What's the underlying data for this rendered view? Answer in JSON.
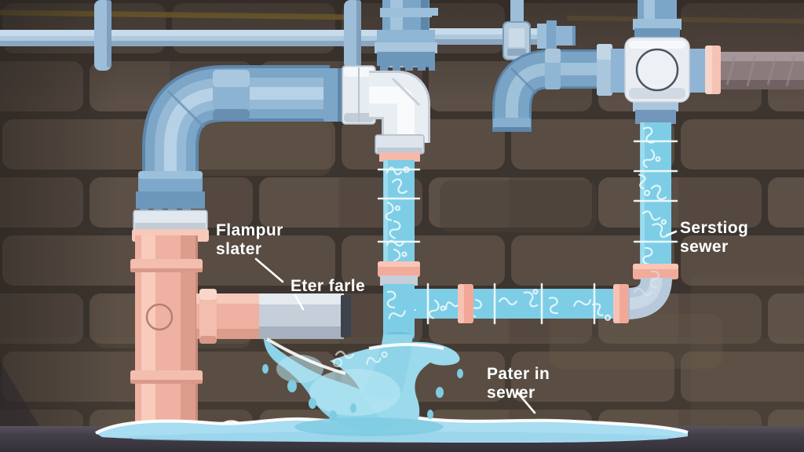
{
  "labels": {
    "flampur": {
      "line1": "Flampur",
      "line2": "slater"
    },
    "eter": {
      "line1": "Eter farle"
    },
    "serstiog": {
      "line1": "Serstiog",
      "line2": "sewer"
    },
    "pater": {
      "line1": "Pater in",
      "line2": "sewer"
    }
  },
  "palette": {
    "brick": "#584c43",
    "mortar": "#3c342e",
    "mustard_line": "#9a7f2e",
    "floor": "#433e48",
    "pipe_blue": "#7ba6c8",
    "pipe_blue_highlight": "#b7d2e6",
    "pipe_white": "#e9eef3",
    "pipe_pink": "#efb1a1",
    "clear_pipe_water": "#7ecde6",
    "coupling_pink": "#f2ab9b",
    "pipe_mauve": "#8c7b7d",
    "silver_sleeve": "#c5ced9",
    "water_splash": "#8ed3e8",
    "puddle": "#a9ddf1",
    "label_text": "#ffffff"
  }
}
